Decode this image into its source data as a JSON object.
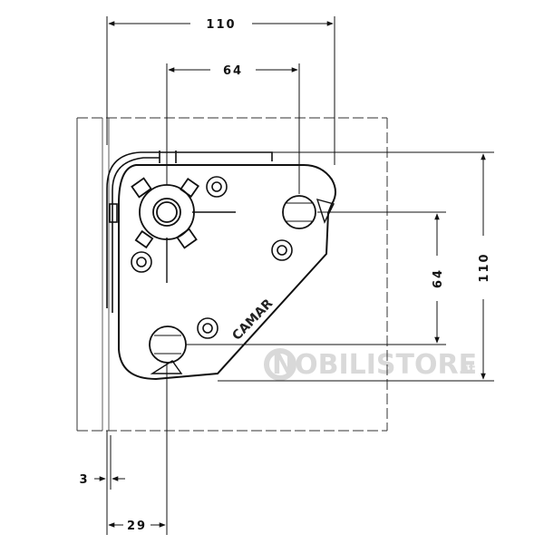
{
  "dimensions": {
    "top_width": "110",
    "hole_spacing_horizontal": "64",
    "hole_spacing_vertical": "64",
    "right_height": "110",
    "edge_offset": "3",
    "hole_offset": "29"
  },
  "brand_label": "CAMAR",
  "watermark": {
    "main": "NOBILISTORE",
    "suffix": ".it"
  }
}
